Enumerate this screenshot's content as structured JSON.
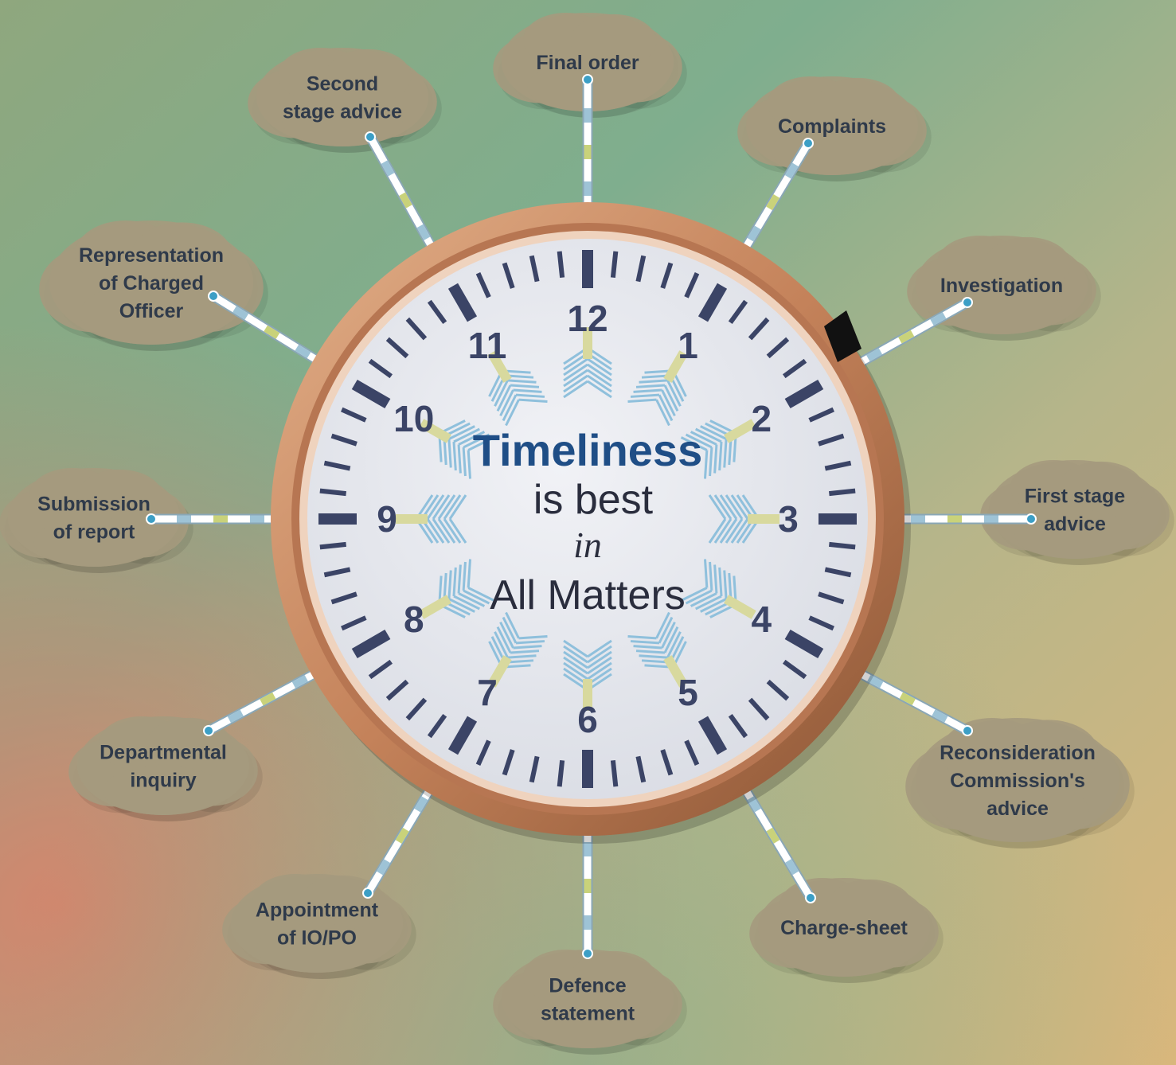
{
  "center": {
    "title": "Timeliness",
    "line2": "is best",
    "line3": "in",
    "line4": "All Matters"
  },
  "clock_numbers": [
    "12",
    "1",
    "2",
    "3",
    "4",
    "5",
    "6",
    "7",
    "8",
    "9",
    "10",
    "11"
  ],
  "stages": [
    {
      "hour": 12,
      "lines": [
        "Final order"
      ]
    },
    {
      "hour": 1,
      "lines": [
        "Complaints"
      ]
    },
    {
      "hour": 2,
      "lines": [
        "Investigation"
      ]
    },
    {
      "hour": 3,
      "lines": [
        "First stage",
        "advice"
      ]
    },
    {
      "hour": 4,
      "lines": [
        "Reconsideration",
        "Commission's",
        "advice"
      ]
    },
    {
      "hour": 5,
      "lines": [
        "Charge-sheet"
      ]
    },
    {
      "hour": 6,
      "lines": [
        "Defence",
        "statement"
      ]
    },
    {
      "hour": 7,
      "lines": [
        "Appointment",
        "of IO/PO"
      ]
    },
    {
      "hour": 8,
      "lines": [
        "Departmental",
        "inquiry"
      ]
    },
    {
      "hour": 9,
      "lines": [
        "Submission",
        "of report"
      ]
    },
    {
      "hour": 10,
      "lines": [
        "Representation",
        "of Charged",
        "Officer"
      ]
    },
    {
      "hour": 11,
      "lines": [
        "Second",
        "stage advice"
      ]
    }
  ],
  "colors": {
    "bezel": "#c98b62",
    "dial": "#e6e8ee",
    "tick": "#3b4466",
    "cloud": "#a59a7e",
    "title": "#1f4e86"
  }
}
